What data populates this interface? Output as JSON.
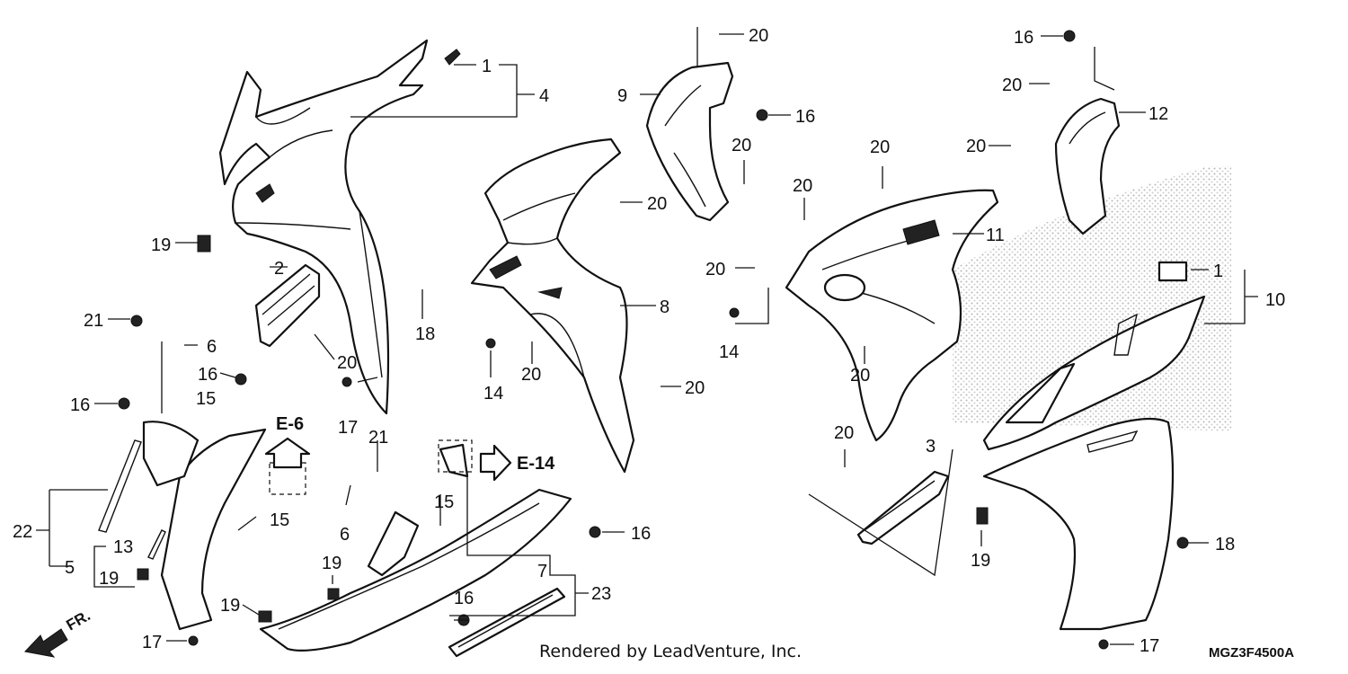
{
  "diagram": {
    "reference_arrows": [
      {
        "id": "e6",
        "label": "E-6"
      },
      {
        "id": "e14",
        "label": "E-14"
      }
    ],
    "front_indicator": "FR.",
    "credit": "Rendered by LeadVenture, Inc.",
    "diagram_code": "MGZ3F4500A",
    "callouts": [
      {
        "id": "c1a",
        "label": "1"
      },
      {
        "id": "c4",
        "label": "4"
      },
      {
        "id": "c2",
        "label": "2"
      },
      {
        "id": "c19a",
        "label": "19"
      },
      {
        "id": "c21a",
        "label": "21"
      },
      {
        "id": "c6a",
        "label": "6"
      },
      {
        "id": "c16a",
        "label": "16"
      },
      {
        "id": "c16b",
        "label": "16"
      },
      {
        "id": "c15a",
        "label": "15"
      },
      {
        "id": "c20a",
        "label": "20"
      },
      {
        "id": "c17a",
        "label": "17"
      },
      {
        "id": "c18a",
        "label": "18"
      },
      {
        "id": "c21b",
        "label": "21"
      },
      {
        "id": "c22",
        "label": "22"
      },
      {
        "id": "c13",
        "label": "13"
      },
      {
        "id": "c5",
        "label": "5"
      },
      {
        "id": "c19b",
        "label": "19"
      },
      {
        "id": "c15b",
        "label": "15"
      },
      {
        "id": "c6b",
        "label": "6"
      },
      {
        "id": "c15c",
        "label": "15"
      },
      {
        "id": "c19c",
        "label": "19"
      },
      {
        "id": "c19d",
        "label": "19"
      },
      {
        "id": "c17b",
        "label": "17"
      },
      {
        "id": "c16c",
        "label": "16"
      },
      {
        "id": "c16d",
        "label": "16"
      },
      {
        "id": "c7",
        "label": "7"
      },
      {
        "id": "c23",
        "label": "23"
      },
      {
        "id": "c20b",
        "label": "20"
      },
      {
        "id": "c8",
        "label": "8"
      },
      {
        "id": "c14a",
        "label": "14"
      },
      {
        "id": "c20c",
        "label": "20"
      },
      {
        "id": "c20d",
        "label": "20"
      },
      {
        "id": "c9",
        "label": "9"
      },
      {
        "id": "c20e",
        "label": "20"
      },
      {
        "id": "c16e",
        "label": "16"
      },
      {
        "id": "c20f",
        "label": "20"
      },
      {
        "id": "c20g",
        "label": "20"
      },
      {
        "id": "c20h",
        "label": "20"
      },
      {
        "id": "c11",
        "label": "11"
      },
      {
        "id": "c20i",
        "label": "20"
      },
      {
        "id": "c14b",
        "label": "14"
      },
      {
        "id": "c20j",
        "label": "20"
      },
      {
        "id": "c20k",
        "label": "20"
      },
      {
        "id": "c3",
        "label": "3"
      },
      {
        "id": "c19e",
        "label": "19"
      },
      {
        "id": "c16f",
        "label": "16"
      },
      {
        "id": "c20l",
        "label": "20"
      },
      {
        "id": "c12",
        "label": "12"
      },
      {
        "id": "c20m",
        "label": "20"
      },
      {
        "id": "c1b",
        "label": "1"
      },
      {
        "id": "c10",
        "label": "10"
      },
      {
        "id": "c18b",
        "label": "18"
      },
      {
        "id": "c17c",
        "label": "17"
      }
    ]
  }
}
